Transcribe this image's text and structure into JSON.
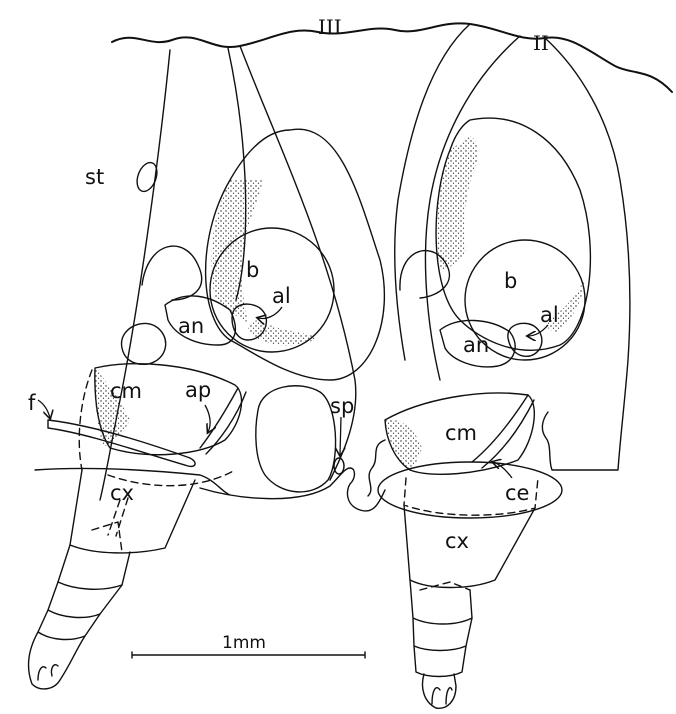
{
  "segments": {
    "left": "III",
    "right": "II"
  },
  "labels": {
    "st": "st",
    "b": "b",
    "al": "al",
    "an": "an",
    "cm": "cm",
    "ap": "ap",
    "f": "f",
    "cx": "cx",
    "sp": "sp",
    "ce": "ce"
  },
  "scale_bar": {
    "label": "1mm"
  }
}
